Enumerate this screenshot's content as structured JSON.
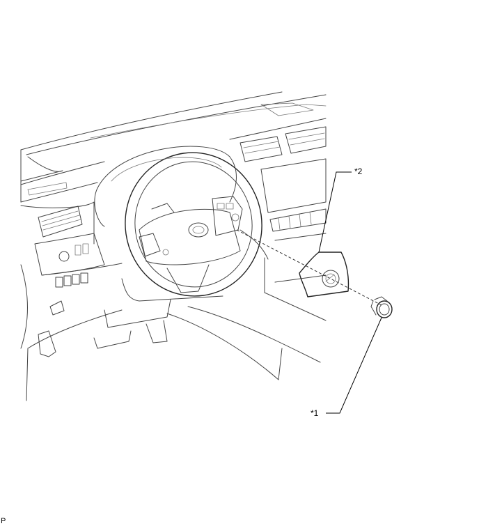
{
  "callouts": {
    "part_2": "*2",
    "part_1": "*1"
  },
  "footer": {
    "code": "P"
  }
}
